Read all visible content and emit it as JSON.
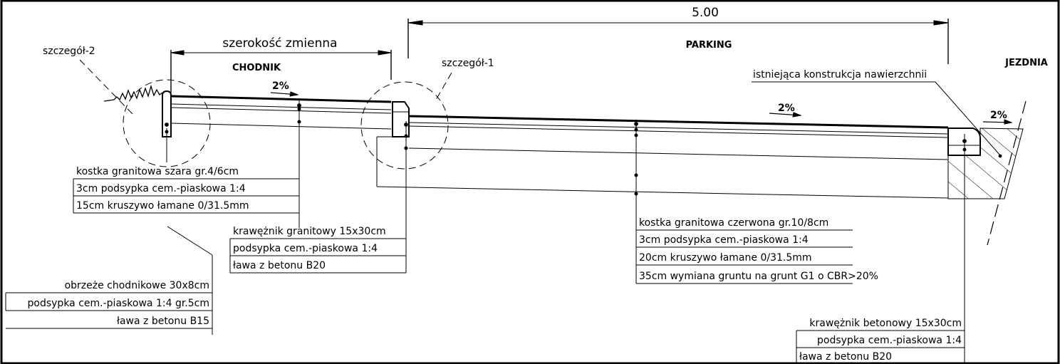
{
  "dims": {
    "top": "5.00",
    "width_variable": "szerokość zmienna"
  },
  "zones": {
    "chodnik": "CHODNIK",
    "parking": "PARKING",
    "jezdnia": "JEZDNIA"
  },
  "details": {
    "detail1": "szczegół-1",
    "detail2": "szczegół-2"
  },
  "slopes": [
    "2%",
    "2%",
    "2%"
  ],
  "existing_pavement": "istniejąca konstrukcja nawierzchnii",
  "sidewalk_layers": [
    "kostka granitowa szara gr.4/6cm",
    "3cm podsypka cem.-piaskowa 1:4",
    "15cm kruszywo łamane 0/31.5mm"
  ],
  "edging": [
    "obrzeże chodnikowe 30x8cm",
    "podsypka cem.-piaskowa 1:4 gr.5cm",
    "ława z betonu B15"
  ],
  "granite_curb": [
    "krawężnik granitowy 15x30cm",
    "podsypka cem.-piaskowa 1:4",
    "ława z betonu B20"
  ],
  "parking_layers": [
    "kostka granitowa czerwona gr.10/8cm",
    "3cm podsypka cem.-piaskowa 1:4",
    "20cm kruszywo łamane 0/31.5mm",
    "35cm wymiana gruntu na grunt G1 o CBR>20%"
  ],
  "concrete_curb": [
    "krawężnik betonowy 15x30cm",
    "podsypka cem.-piaskowa 1:4",
    "ława z betonu B20"
  ]
}
